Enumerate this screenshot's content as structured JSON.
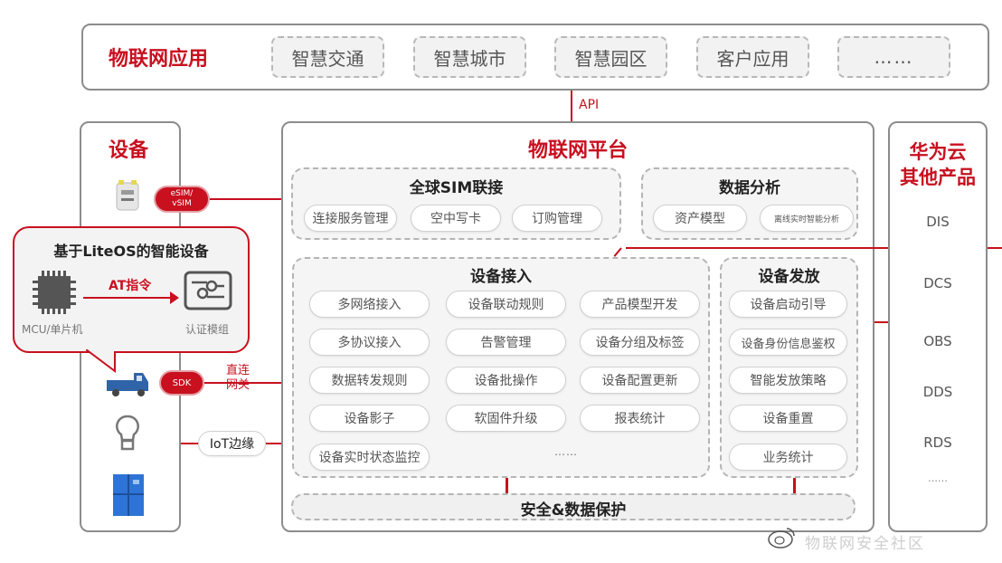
{
  "apps": {
    "title": "物联网应用",
    "items": [
      "智慧交通",
      "智慧城市",
      "智慧园区",
      "客户应用",
      "……"
    ]
  },
  "api_label": "API",
  "devices": {
    "title": "设备",
    "sim_badge": "eSIM/\nvSIM",
    "liteos": {
      "title": "基于LiteOS的智能设备",
      "arrow_label": "AT指令",
      "mcu_label": "MCU/单片机",
      "module_label": "认证模组"
    },
    "sdk_badge": "SDK",
    "direct_gateway": "直连\n网关",
    "edge_label": "IoT边缘"
  },
  "platform": {
    "title": "物联网平台",
    "sim": {
      "title": "全球SIM联接",
      "items": [
        "连接服务管理",
        "空中写卡",
        "订购管理"
      ]
    },
    "analytics": {
      "title": "数据分析",
      "items": [
        "资产模型",
        "离线实时智能分析"
      ]
    },
    "access": {
      "title": "设备接入",
      "items": [
        "多网络接入",
        "设备联动规则",
        "产品模型开发",
        "多协议接入",
        "告警管理",
        "设备分组及标签",
        "数据转发规则",
        "设备批操作",
        "设备配置更新",
        "设备影子",
        "软固件升级",
        "报表统计",
        "设备实时状态监控",
        "……"
      ]
    },
    "provision": {
      "title": "设备发放",
      "items": [
        "设备启动引导",
        "设备身份信息鉴权",
        "智能发放策略",
        "设备重置",
        "业务统计"
      ]
    },
    "security": "安全&数据保护"
  },
  "cloud": {
    "title_line1": "华为云",
    "title_line2": "其他产品",
    "items": [
      "DIS",
      "DCS",
      "OBS",
      "DDS",
      "RDS",
      "……"
    ]
  },
  "watermark": "物联网安全社区",
  "colors": {
    "accent": "#c8101f",
    "border": "#8c8c8c",
    "pill_bg": "#f2f2f2"
  }
}
